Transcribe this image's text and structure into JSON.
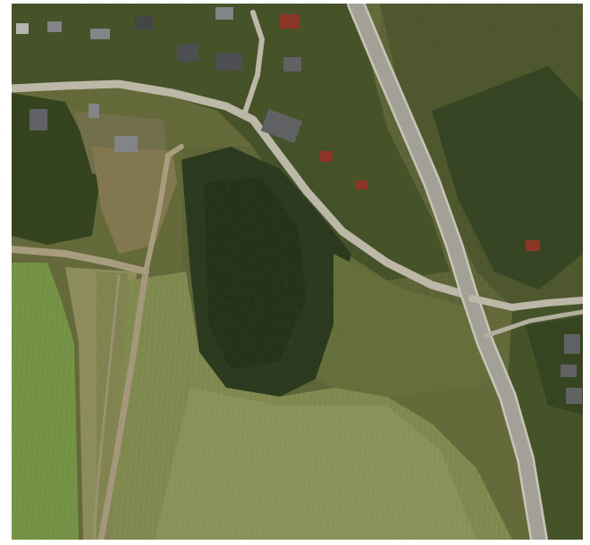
{
  "map": {
    "kind": "aerial-orthophoto",
    "labels": [],
    "palette": {
      "forest_dark": "#2c3a1f",
      "forest_mid": "#3d4f2a",
      "forest_light": "#56663a",
      "meadow": "#7f8a52",
      "field_green": "#6f8c47",
      "field_dry": "#98985f",
      "clearing": "#8a7f55",
      "road_asphalt": "#b9b6ac",
      "road_edge": "#d8d4c6",
      "dirt_track": "#b8a98a",
      "roof_grey": "#8d8f92",
      "roof_red": "#9a3b2a",
      "roof_dark": "#4a4a4a"
    },
    "features": [
      {
        "type": "road",
        "name": "main-road",
        "surface": "asphalt"
      },
      {
        "type": "road",
        "name": "village-road",
        "surface": "paved"
      },
      {
        "type": "road",
        "name": "side-road-east",
        "surface": "paved"
      },
      {
        "type": "track",
        "name": "field-track-west",
        "surface": "dirt"
      },
      {
        "type": "track",
        "name": "field-track-south",
        "surface": "dirt"
      },
      {
        "type": "forest",
        "name": "central-woodland"
      },
      {
        "type": "forest",
        "name": "eastern-forest"
      },
      {
        "type": "field",
        "name": "southern-field"
      },
      {
        "type": "field",
        "name": "western-field"
      },
      {
        "type": "settlement",
        "name": "northern-settlement"
      },
      {
        "type": "settlement",
        "name": "eastern-houses"
      }
    ]
  }
}
